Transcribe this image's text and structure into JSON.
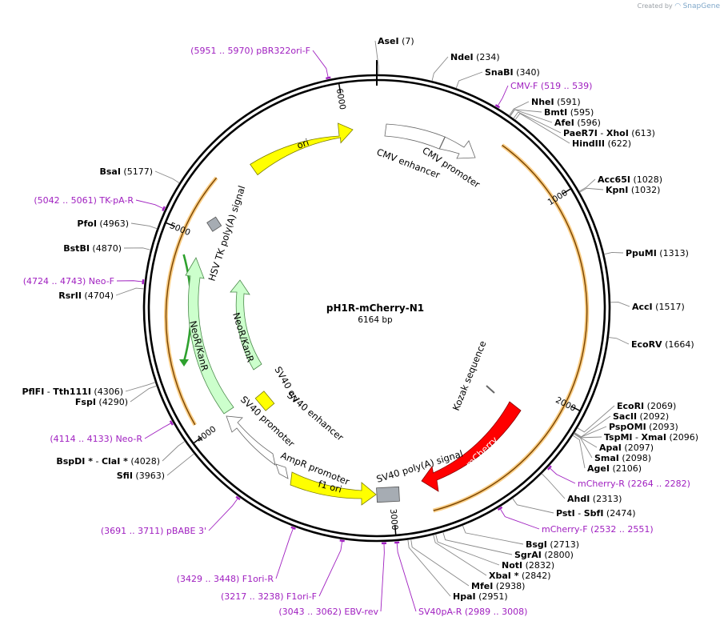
{
  "credit": {
    "prefix": "Created by",
    "brand": "SnapGene"
  },
  "plasmid": {
    "name": "pH1R-mCherry-N1",
    "length_label": "6164 bp",
    "length": 6164
  },
  "ticks": [
    {
      "pos": 1000,
      "label": "1000"
    },
    {
      "pos": 2000,
      "label": "2000"
    },
    {
      "pos": 3000,
      "label": "3000"
    },
    {
      "pos": 4000,
      "label": "4000"
    },
    {
      "pos": 5000,
      "label": "5000"
    },
    {
      "pos": 6000,
      "label": "6000"
    }
  ],
  "enzymes": [
    {
      "parts": [
        {
          "n": "AseI",
          "v": "(7)"
        }
      ],
      "pos": 7
    },
    {
      "parts": [
        {
          "n": "NdeI",
          "v": "(234)"
        }
      ],
      "pos": 234
    },
    {
      "parts": [
        {
          "n": "SnaBI",
          "v": "(340)"
        }
      ],
      "pos": 340
    },
    {
      "parts": [
        {
          "n": "NheI",
          "v": "(591)"
        }
      ],
      "pos": 591
    },
    {
      "parts": [
        {
          "n": "BmtI",
          "v": "(595)"
        }
      ],
      "pos": 595
    },
    {
      "parts": [
        {
          "n": "AfeI",
          "v": "(596)"
        }
      ],
      "pos": 596
    },
    {
      "parts": [
        {
          "n": "PaeR7I",
          "v": ""
        },
        {
          "n": "XhoI",
          "v": "(613)"
        }
      ],
      "pos": 613
    },
    {
      "parts": [
        {
          "n": "HindIII",
          "v": "(622)"
        }
      ],
      "pos": 622
    },
    {
      "parts": [
        {
          "n": "Acc65I",
          "v": "(1028)"
        }
      ],
      "pos": 1028
    },
    {
      "parts": [
        {
          "n": "KpnI",
          "v": "(1032)"
        }
      ],
      "pos": 1032
    },
    {
      "parts": [
        {
          "n": "PpuMI",
          "v": "(1313)"
        }
      ],
      "pos": 1313
    },
    {
      "parts": [
        {
          "n": "AccI",
          "v": "(1517)"
        }
      ],
      "pos": 1517
    },
    {
      "parts": [
        {
          "n": "EcoRV",
          "v": "(1664)"
        }
      ],
      "pos": 1664
    },
    {
      "parts": [
        {
          "n": "EcoRI",
          "v": "(2069)"
        }
      ],
      "pos": 2069
    },
    {
      "parts": [
        {
          "n": "SacII",
          "v": "(2092)"
        }
      ],
      "pos": 2092
    },
    {
      "parts": [
        {
          "n": "PspOMI",
          "v": "(2093)"
        }
      ],
      "pos": 2093
    },
    {
      "parts": [
        {
          "n": "TspMI",
          "v": ""
        },
        {
          "n": "XmaI",
          "v": "(2096)"
        }
      ],
      "pos": 2096
    },
    {
      "parts": [
        {
          "n": "ApaI",
          "v": "(2097)"
        }
      ],
      "pos": 2097
    },
    {
      "parts": [
        {
          "n": "SmaI",
          "v": "(2098)"
        }
      ],
      "pos": 2098
    },
    {
      "parts": [
        {
          "n": "AgeI",
          "v": "(2106)"
        }
      ],
      "pos": 2106
    },
    {
      "parts": [
        {
          "n": "AhdI",
          "v": "(2313)"
        }
      ],
      "pos": 2313
    },
    {
      "parts": [
        {
          "n": "PstI",
          "v": ""
        },
        {
          "n": "SbfI",
          "v": "(2474)"
        }
      ],
      "pos": 2474
    },
    {
      "parts": [
        {
          "n": "BsgI",
          "v": "(2713)"
        }
      ],
      "pos": 2713
    },
    {
      "parts": [
        {
          "n": "SgrAI",
          "v": "(2800)"
        }
      ],
      "pos": 2800
    },
    {
      "parts": [
        {
          "n": "NotI",
          "v": "(2832)"
        }
      ],
      "pos": 2832
    },
    {
      "parts": [
        {
          "n": "XbaI *",
          "v": "(2842)"
        }
      ],
      "pos": 2842
    },
    {
      "parts": [
        {
          "n": "MfeI",
          "v": "(2938)"
        }
      ],
      "pos": 2938
    },
    {
      "parts": [
        {
          "n": "HpaI",
          "v": "(2951)"
        }
      ],
      "pos": 2951
    },
    {
      "parts": [
        {
          "n": "SfiI",
          "v": "(3963)"
        }
      ],
      "pos": 3963
    },
    {
      "parts": [
        {
          "n": "BspDI *",
          "v": ""
        },
        {
          "n": "ClaI *",
          "v": "(4028)"
        }
      ],
      "pos": 4028
    },
    {
      "parts": [
        {
          "n": "FspI",
          "v": "(4290)"
        }
      ],
      "pos": 4290
    },
    {
      "parts": [
        {
          "n": "PflFI",
          "v": ""
        },
        {
          "n": "Tth111I",
          "v": "(4306)"
        }
      ],
      "pos": 4306
    },
    {
      "parts": [
        {
          "n": "RsrII",
          "v": "(4704)"
        }
      ],
      "pos": 4704
    },
    {
      "parts": [
        {
          "n": "BstBI",
          "v": "(4870)"
        }
      ],
      "pos": 4870
    },
    {
      "parts": [
        {
          "n": "PfoI",
          "v": "(4963)"
        }
      ],
      "pos": 4963
    },
    {
      "parts": [
        {
          "n": "BsaI",
          "v": "(5177)"
        }
      ],
      "pos": 5177
    }
  ],
  "primers": [
    {
      "label": "(5951 .. 5970)  pBR322ori-F",
      "pos": 5960
    },
    {
      "label": "CMV-F   (519 .. 539)",
      "pos": 529
    },
    {
      "label": "mCherry-R   (2264 .. 2282)",
      "pos": 2273
    },
    {
      "label": "mCherry-F   (2532 .. 2551)",
      "pos": 2541
    },
    {
      "label": "SV40pA-R   (2989 .. 3008)",
      "pos": 2998
    },
    {
      "label": "(3043 .. 3062)  EBV-rev",
      "pos": 3052
    },
    {
      "label": "(3217 .. 3238)  F1ori-F",
      "pos": 3227
    },
    {
      "label": "(3429 .. 3448)  F1ori-R",
      "pos": 3438
    },
    {
      "label": "(3691 .. 3711)  pBABE 3'",
      "pos": 3701
    },
    {
      "label": "(4114 .. 4133)  Neo-R",
      "pos": 4123
    },
    {
      "label": "(4724 .. 4743)  Neo-F",
      "pos": 4733
    },
    {
      "label": "(5042 .. 5061)  TK-pA-R",
      "pos": 5051
    }
  ],
  "features": [
    {
      "name": "ori",
      "color": "#ffff00"
    },
    {
      "name": "CMV enhancer",
      "color": "#ffffff"
    },
    {
      "name": "CMV promoter",
      "color": "#ffffff"
    },
    {
      "name": "mCherry",
      "color": "#ff0000"
    },
    {
      "name": "SV40 poly(A) signal",
      "color": "#a6acb3"
    },
    {
      "name": "f1 ori",
      "color": "#ffff00"
    },
    {
      "name": "AmpR promoter",
      "color": "#ffffff"
    },
    {
      "name": "SV40 promoter",
      "color": "#ffffff"
    },
    {
      "name": "SV40 ori",
      "color": "#ffff00"
    },
    {
      "name": "SV40 enhancer",
      "color": "#ffffff"
    },
    {
      "name": "NeoR/KanR",
      "color": "#ccffcc"
    },
    {
      "name": "HSV TK poly(A) signal",
      "color": "#a6acb3"
    },
    {
      "name": "Kozak sequence",
      "color": "#808080"
    }
  ]
}
